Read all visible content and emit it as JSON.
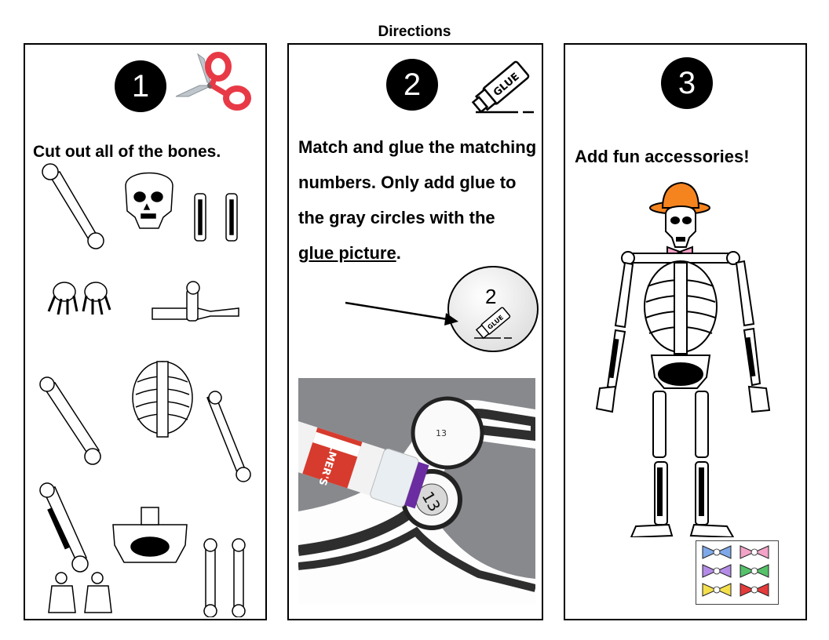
{
  "title": "Directions",
  "steps": [
    {
      "number": "1",
      "text": "Cut out all of the bones."
    },
    {
      "number": "2",
      "text_main": "Match and glue the matching numbers. Only add glue to the gray circles with the",
      "text_link": "glue picture",
      "text_end": ".",
      "callout_number": "2",
      "glue_word": "GLUE",
      "photo_brand": "ELMER'S",
      "photo_number_small": "13",
      "photo_number_large": "13"
    },
    {
      "number": "3",
      "text": "Add fun accessories!"
    }
  ],
  "colors": {
    "scissor_handle": "#e83a46",
    "hat": "#f5841f",
    "bowtie_pink": "#f3a3c7",
    "bowtie_blue": "#7fa8e8",
    "bowtie_purple": "#b48be6",
    "bowtie_green": "#55c26a",
    "bowtie_yellow": "#f4e04d",
    "bowtie_red": "#e43b3b",
    "glue_stick_purple": "#6a2ca0"
  },
  "icons": [
    "scissors-icon",
    "glue-stick-icon"
  ]
}
